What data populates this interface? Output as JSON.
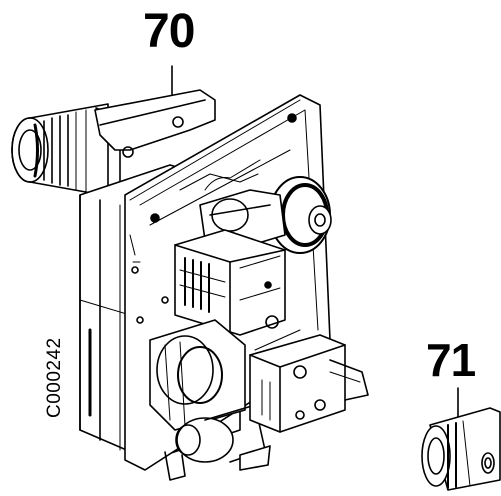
{
  "callouts": {
    "part_70": "70",
    "part_71": "71"
  },
  "drawing_code": "C000242",
  "colors": {
    "ink": "#000000",
    "paper": "#ffffff"
  }
}
